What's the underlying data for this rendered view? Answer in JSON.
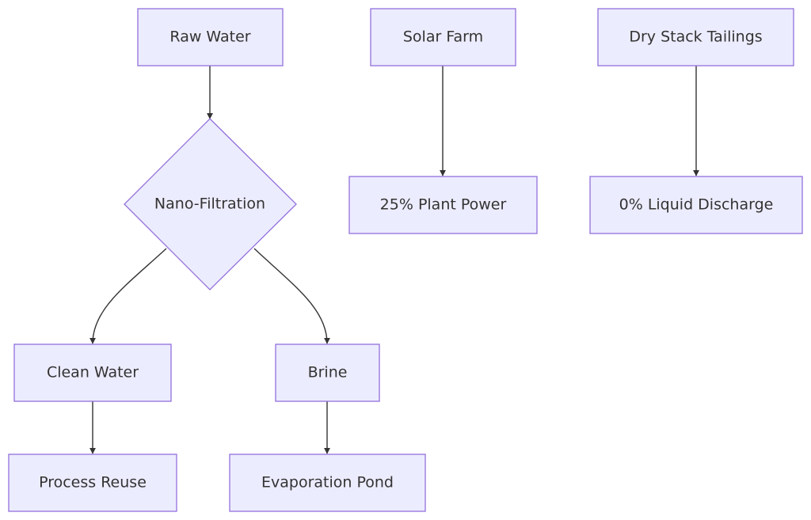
{
  "diagram": {
    "nodes": {
      "raw_water": "Raw Water",
      "nano_filtration": "Nano-Filtration",
      "clean_water": "Clean Water",
      "brine": "Brine",
      "process_reuse": "Process Reuse",
      "evaporation_pond": "Evaporation Pond",
      "solar_farm": "Solar Farm",
      "plant_power": "25% Plant Power",
      "dry_stack_tailings": "Dry Stack Tailings",
      "liquid_discharge": "0% Liquid Discharge"
    },
    "edges": [
      {
        "from": "raw_water",
        "to": "nano_filtration"
      },
      {
        "from": "nano_filtration",
        "to": "clean_water"
      },
      {
        "from": "nano_filtration",
        "to": "brine"
      },
      {
        "from": "clean_water",
        "to": "process_reuse"
      },
      {
        "from": "brine",
        "to": "evaporation_pond"
      },
      {
        "from": "solar_farm",
        "to": "plant_power"
      },
      {
        "from": "dry_stack_tailings",
        "to": "liquid_discharge"
      }
    ],
    "colors": {
      "node_fill": "#ECECFF",
      "node_stroke": "#9370DB",
      "edge": "#333333",
      "text": "#333333"
    }
  }
}
